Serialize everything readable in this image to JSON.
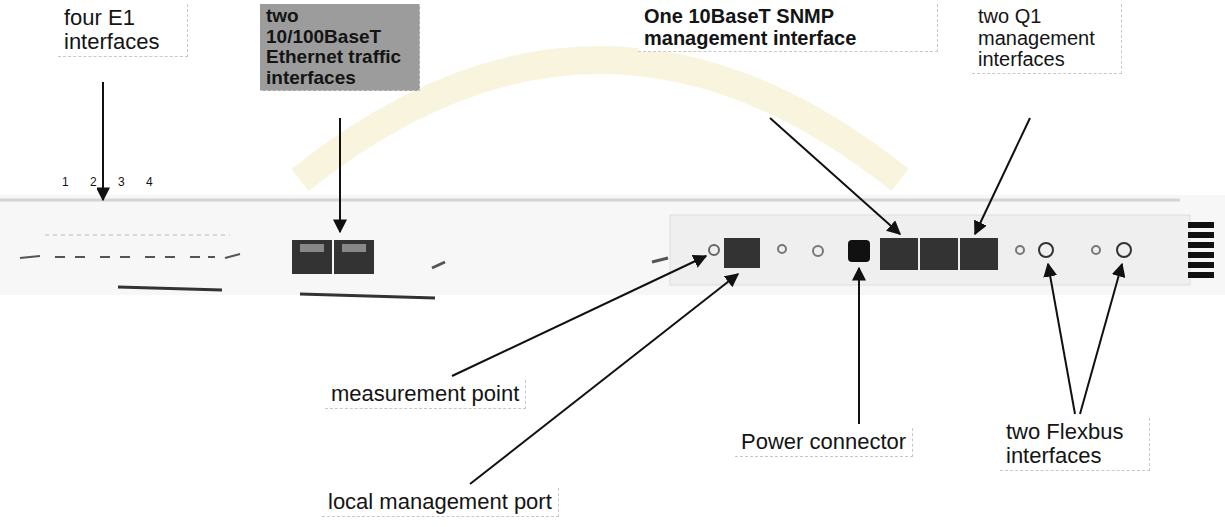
{
  "diagram": {
    "labels": [
      "four E1 interfaces",
      "two 10/100BaseT Ethernet traffic interfaces",
      "One 10BaseT SNMP management interface",
      "two Q1 management interfaces",
      "measurement point",
      "local management port",
      "Power connector",
      "two Flexbus interfaces",
      "1",
      "2",
      "3",
      "4"
    ]
  }
}
